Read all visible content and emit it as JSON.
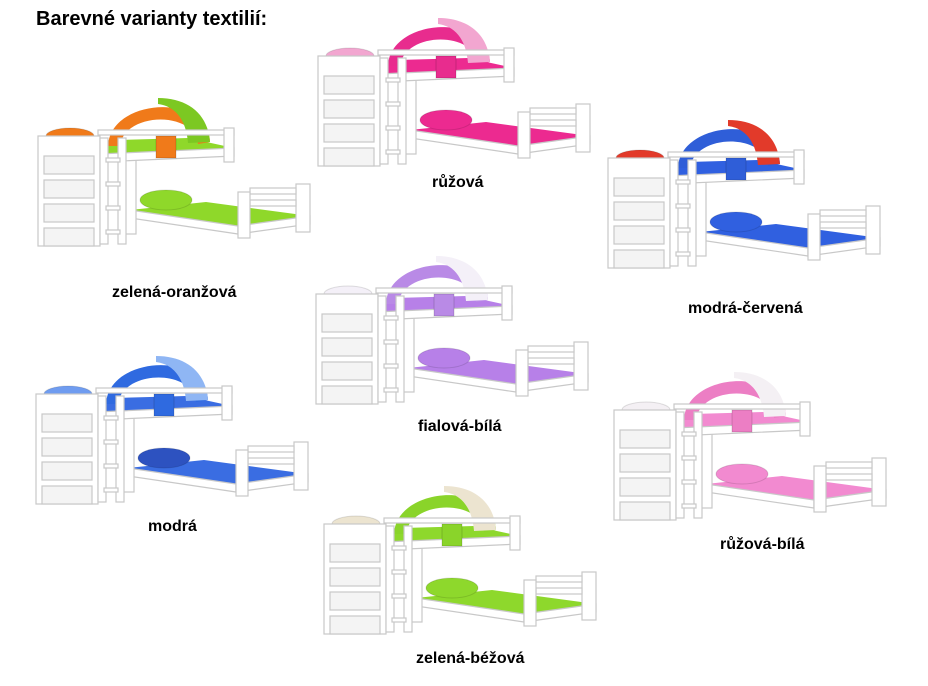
{
  "title": "Barevné varianty textilií:",
  "variants": [
    {
      "label": "zelená-oranžová",
      "tent_a": "#f07a1a",
      "tent_b": "#7cc822",
      "mattress": "#8fd82a",
      "pillow_top": "#f07a1a",
      "pillow_bottom": "#8fd82a"
    },
    {
      "label": "růžová",
      "tent_a": "#e82c8e",
      "tent_b": "#f2a6d0",
      "mattress": "#ec2a90",
      "pillow_top": "#f2a6d0",
      "pillow_bottom": "#ec2a90"
    },
    {
      "label": "modrá-červená",
      "tent_a": "#2f5ed8",
      "tent_b": "#e23a2a",
      "mattress": "#3060e0",
      "pillow_top": "#e23a2a",
      "pillow_bottom": "#3060e0"
    },
    {
      "label": "fialová-bílá",
      "tent_a": "#b98ae6",
      "tent_b": "#f4f0f8",
      "mattress": "#b780e8",
      "pillow_top": "#f4f0f8",
      "pillow_bottom": "#b780e8"
    },
    {
      "label": "modrá",
      "tent_a": "#2f6ae0",
      "tent_b": "#8fb6f4",
      "mattress": "#3a6de2",
      "pillow_top": "#6f9cf0",
      "pillow_bottom": "#2d52c0"
    },
    {
      "label": "růžová-bílá",
      "tent_a": "#ec7ec4",
      "tent_b": "#f4f0f4",
      "mattress": "#f28ad0",
      "pillow_top": "#f4f0f4",
      "pillow_bottom": "#f28ad0"
    },
    {
      "label": "zelená-béžová",
      "tent_a": "#8ad42a",
      "tent_b": "#ece4d0",
      "mattress": "#8ed82c",
      "pillow_top": "#ece4d0",
      "pillow_bottom": "#8ed82c"
    }
  ]
}
